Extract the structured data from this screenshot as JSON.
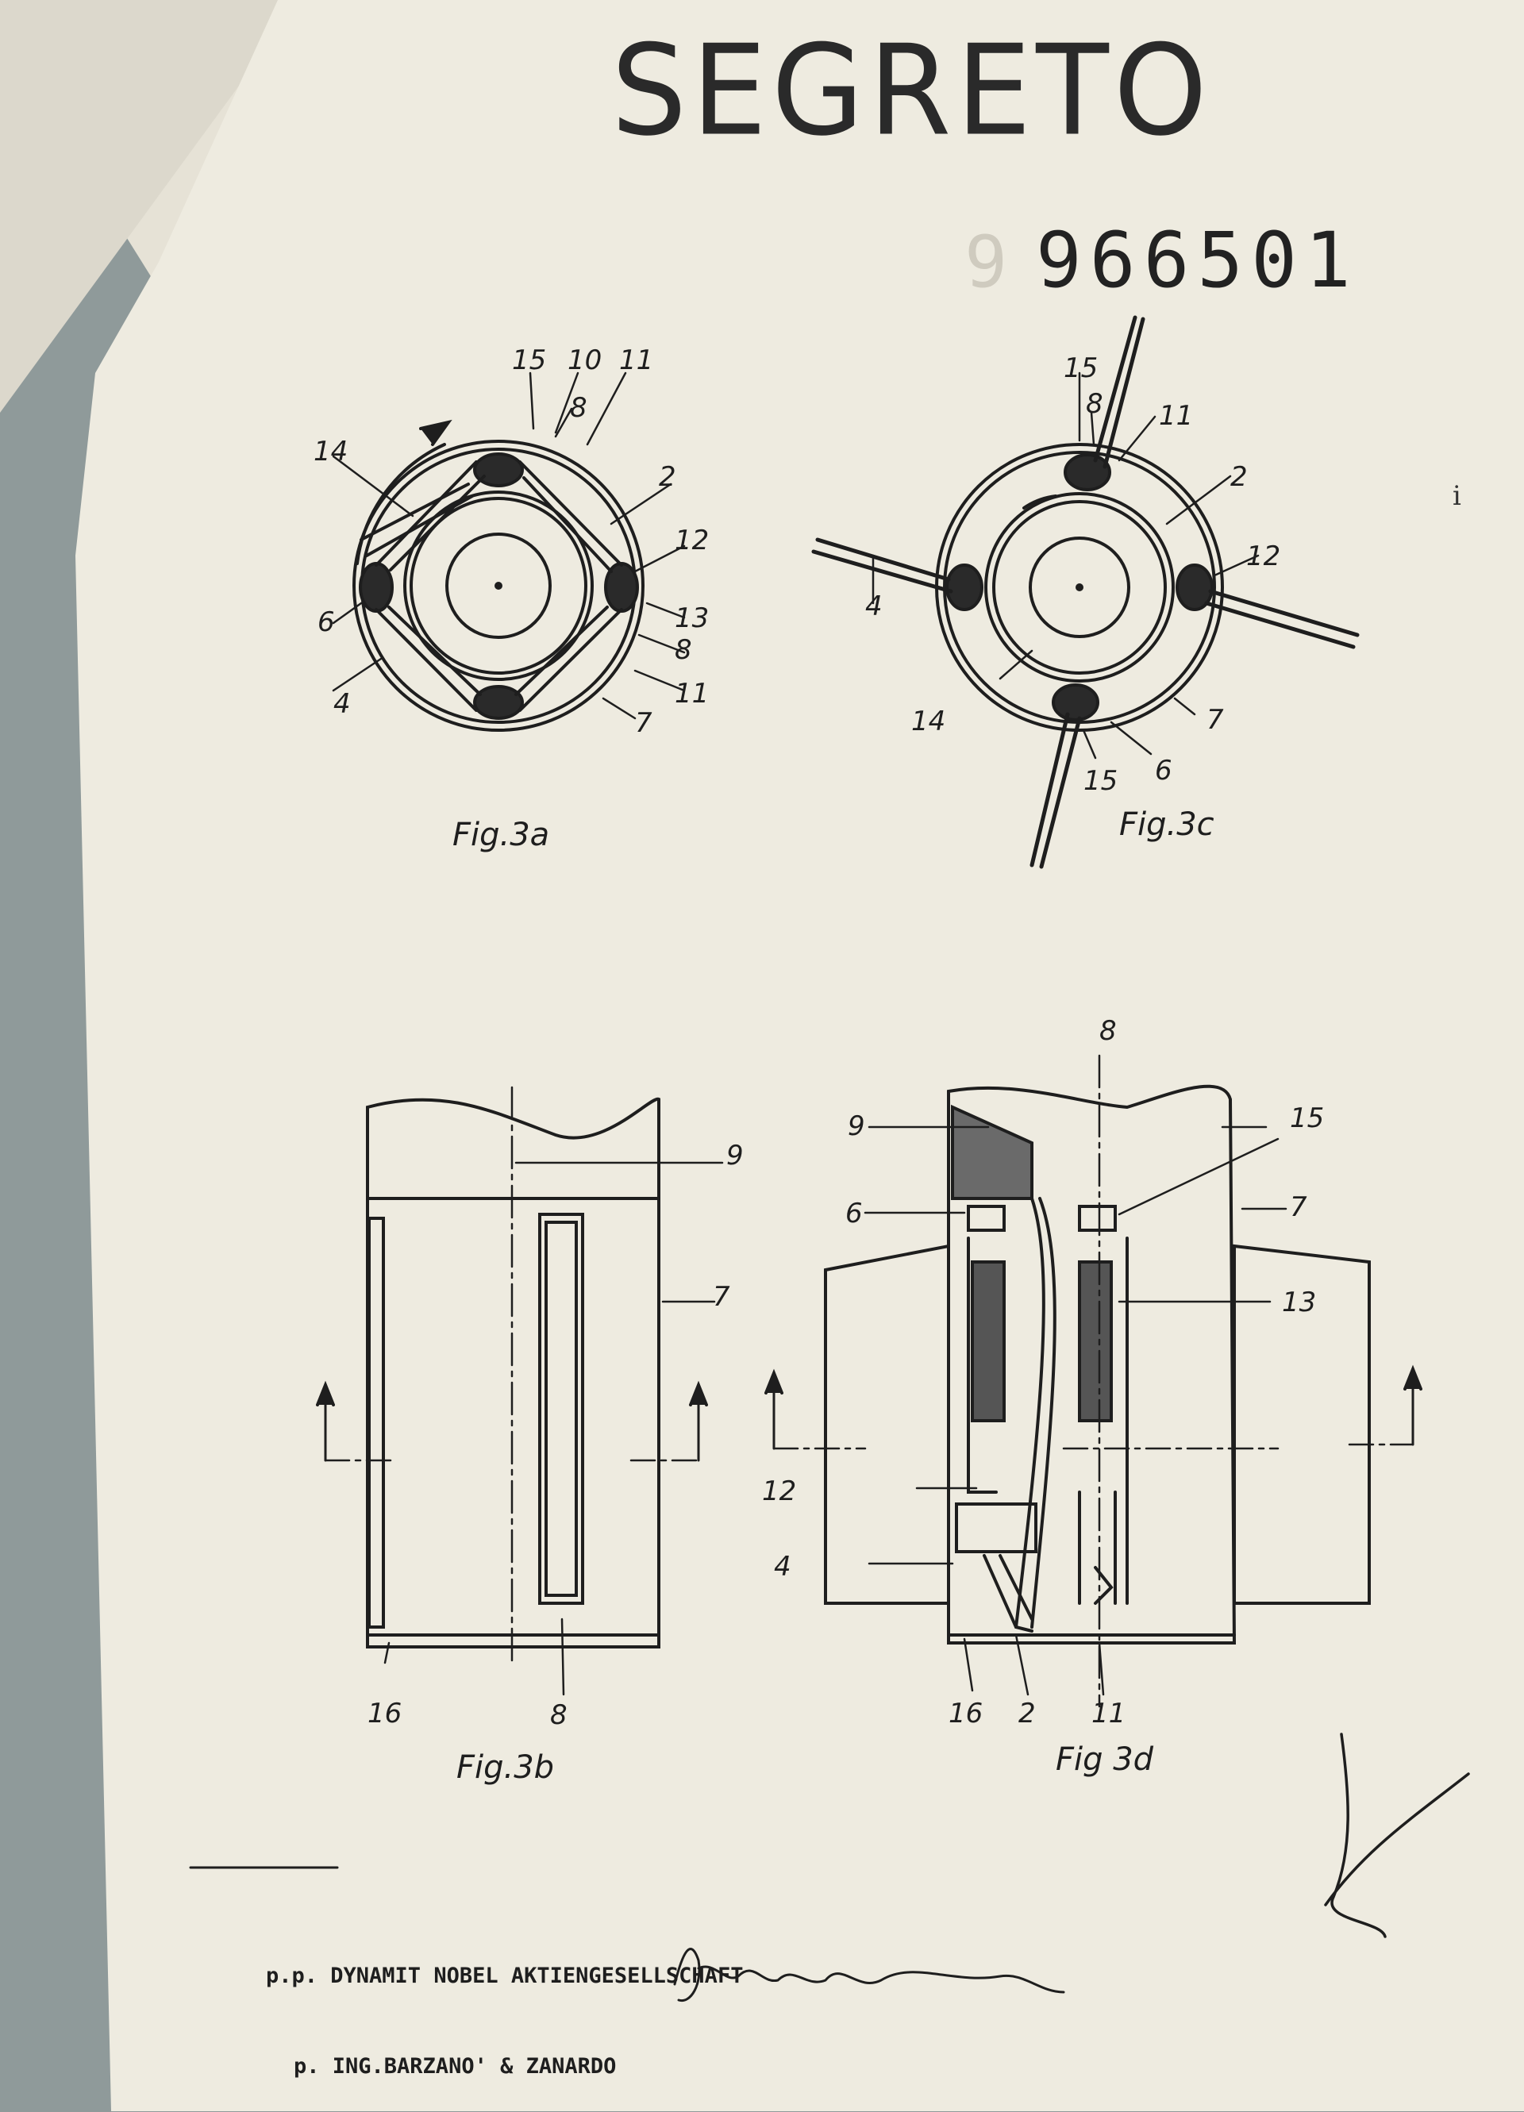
{
  "document": {
    "stamp_title": "SEGRETO",
    "document_number": "966501",
    "ghost_number_fragment": "9",
    "stray_mark": "i",
    "applicant_line_1": "p.p. DYNAMIT NOBEL AKTIENGESELLSCHAFT",
    "applicant_line_2": "p. ING.BARZANO' & ZANARDO",
    "signature_text": "Alzanardo"
  },
  "figures": {
    "fig3a": {
      "caption": "Fig.3a",
      "labels": [
        "15",
        "10",
        "11",
        "8",
        "14",
        "2",
        "12",
        "6",
        "13",
        "8",
        "11",
        "4",
        "7"
      ]
    },
    "fig3c": {
      "caption": "Fig.3c",
      "labels": [
        "15",
        "8",
        "11",
        "2",
        "4",
        "12",
        "14",
        "7",
        "15",
        "6"
      ]
    },
    "fig3b": {
      "caption": "Fig.3b",
      "labels": [
        "9",
        "7",
        "16",
        "8"
      ]
    },
    "fig3d": {
      "caption": "Fig 3d",
      "labels": [
        "8",
        "15",
        "9",
        "6",
        "7",
        "13",
        "12",
        "4",
        "16",
        "2",
        "11"
      ]
    }
  }
}
